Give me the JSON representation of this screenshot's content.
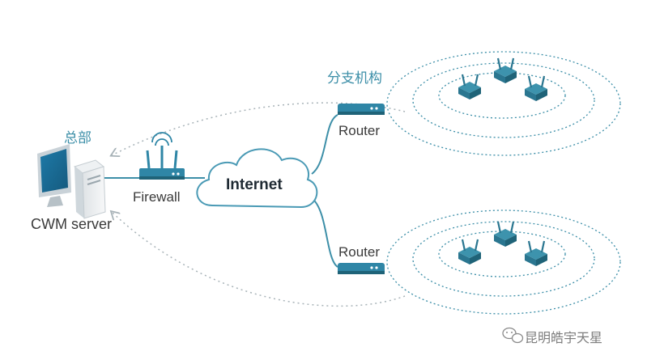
{
  "labels": {
    "headquarters": "总部",
    "branch": "分支机构",
    "cwm_server": "CWM server",
    "firewall": "Firewall",
    "internet": "Internet",
    "router_top": "Router",
    "router_bottom": "Router",
    "watermark": "昆明皓宇天星"
  },
  "icons": [
    "monitor-icon",
    "server-tower-icon",
    "firewall-device-icon",
    "internet-cloud-icon",
    "router-icon",
    "access-point-icon",
    "wechat-logo-icon"
  ],
  "colors": {
    "teal": "#2e7f96",
    "teal_dark": "#1f6378",
    "link_line": "#3d8fa8",
    "dotted_line": "#a8b3b8",
    "ring": "#3d8fa8",
    "cloud_fill": "#ffffff",
    "cloud_stroke": "#4a9ab5"
  }
}
